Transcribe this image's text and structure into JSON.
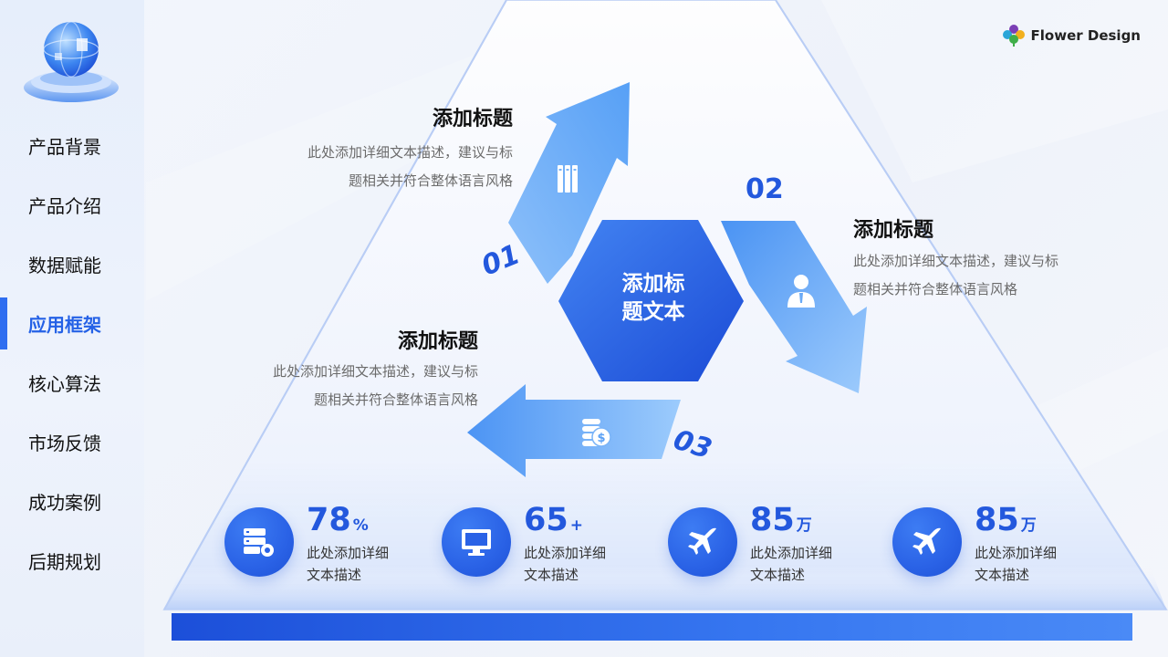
{
  "brand": {
    "name": "Flower Design"
  },
  "sidebar": {
    "items": [
      {
        "label": "产品背景",
        "active": false
      },
      {
        "label": "产品介绍",
        "active": false
      },
      {
        "label": "数据赋能",
        "active": false
      },
      {
        "label": "应用框架",
        "active": true
      },
      {
        "label": "核心算法",
        "active": false
      },
      {
        "label": "市场反馈",
        "active": false
      },
      {
        "label": "成功案例",
        "active": false
      },
      {
        "label": "后期规划",
        "active": false
      }
    ]
  },
  "center": {
    "line1": "添加标",
    "line2": "题文本"
  },
  "steps": [
    {
      "number": "01",
      "title": "添加标题",
      "desc_line1": "此处添加详细文本描述，建议与标",
      "desc_line2": "题相关并符合整体语言风格",
      "icon": "binders-icon"
    },
    {
      "number": "02",
      "title": "添加标题",
      "desc_line1": "此处添加详细文本描述，建议与标",
      "desc_line2": "题相关并符合整体语言风格",
      "icon": "person-icon"
    },
    {
      "number": "03",
      "title": "添加标题",
      "desc_line1": "此处添加详细文本描述，建议与标",
      "desc_line2": "题相关并符合整体语言风格",
      "icon": "coins-icon"
    }
  ],
  "stats": [
    {
      "value": "78",
      "unit": "%",
      "desc_line1": "此处添加详细",
      "desc_line2": "文本描述",
      "icon": "server-gear-icon"
    },
    {
      "value": "65",
      "unit": "+",
      "desc_line1": "此处添加详细",
      "desc_line2": "文本描述",
      "icon": "monitor-icon"
    },
    {
      "value": "85",
      "unit": "万",
      "desc_line1": "此处添加详细",
      "desc_line2": "文本描述",
      "icon": "airplane-icon"
    },
    {
      "value": "85",
      "unit": "万",
      "desc_line1": "此处添加详细",
      "desc_line2": "文本描述",
      "icon": "airplane-icon"
    }
  ],
  "colors": {
    "accent": "#2461e6",
    "arrow_light": "#8fc1fb",
    "arrow_dark": "#4e95f3",
    "hex_top": "#3f7ef0",
    "hex_bottom": "#1d4fd8"
  }
}
